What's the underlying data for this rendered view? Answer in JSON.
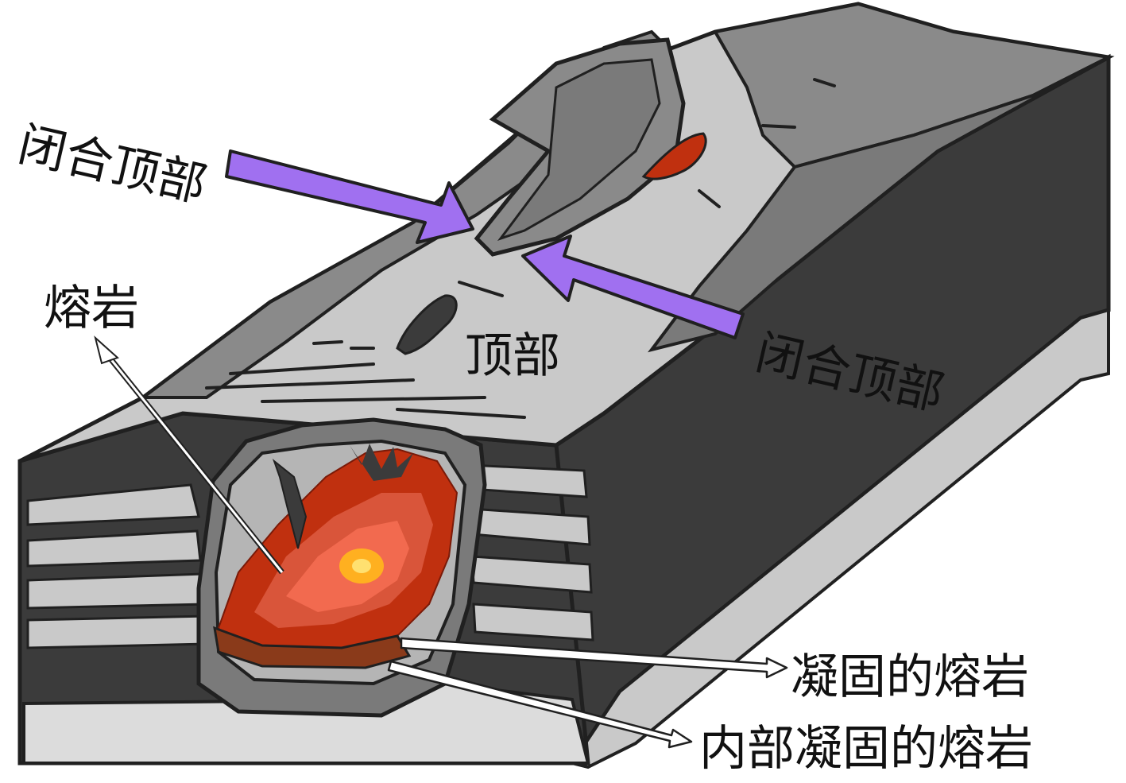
{
  "labels": {
    "closed_top_left": "闭合顶部",
    "closed_top_right": "闭合顶部",
    "roof": "顶部",
    "lava": "熔岩",
    "solidified_lava": "凝固的熔岩",
    "inner_solidified_lava": "内部凝固的熔岩"
  },
  "colors": {
    "dark_rock": "#3b3b3b",
    "mid_rock": "#7a7a7a",
    "light_rock": "#c9c9c9",
    "outline": "#202020",
    "lava_outer": "#c0300f",
    "lava_mid": "#d9553a",
    "lava_inner": "#f26a4f",
    "lava_core": "#ffb020",
    "solid_lava": "#8a3a1a",
    "arrow_purple": "#a070f0",
    "pointer_white": "#ffffff"
  }
}
